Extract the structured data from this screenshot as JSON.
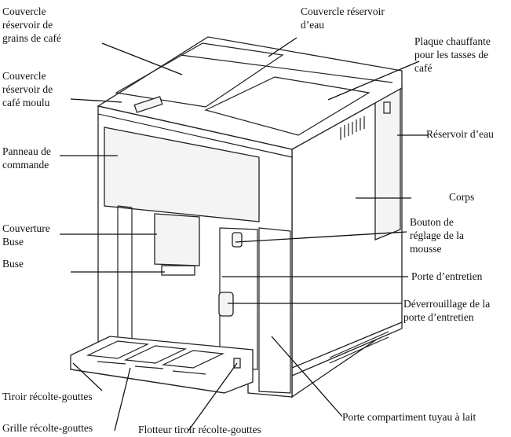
{
  "labels": {
    "bean_lid": [
      "Couvercle",
      "réservoir de",
      "grains de café"
    ],
    "water_lid": [
      "Couvercle réservoir",
      "d’eau"
    ],
    "warmer": [
      "Plaque chauffante",
      "pour les tasses de",
      "café"
    ],
    "ground_lid": [
      "Couvercle",
      "réservoir de",
      "café moulu"
    ],
    "control_panel": [
      "Panneau de",
      "commande"
    ],
    "water_tank": [
      "Réservoir d’eau"
    ],
    "body": [
      "Corps"
    ],
    "nozzle_cover": [
      "Couverture",
      "Buse"
    ],
    "nozzle": [
      "Buse"
    ],
    "froth_knob": [
      "Bouton de",
      "réglage de la",
      "mousse"
    ],
    "service_door": [
      "Porte d’entretien"
    ],
    "door_unlock": [
      "Déverrouillage de la",
      "porte d’entretien"
    ],
    "drip_tray": [
      "Tiroir récolte-gouttes"
    ],
    "drip_grid": [
      "Grille récolte-gouttes"
    ],
    "drip_float": [
      "Flotteur tiroir récolte-gouttes"
    ],
    "milk_door": [
      "Porte compartiment tuyau à lait"
    ]
  }
}
